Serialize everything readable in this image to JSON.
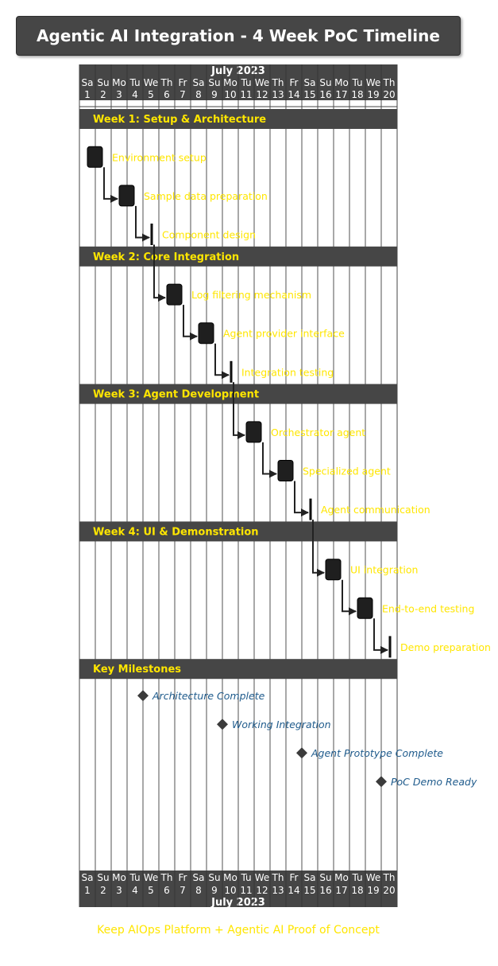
{
  "title": "Agentic AI Integration - 4 Week PoC Timeline",
  "footer": "Keep AIOps Platform + Agentic AI Proof of Concept",
  "colors": {
    "header_bg": "#464646",
    "grid_line": "#333333",
    "task_bar": "#1f1f1f",
    "task_label": "#ffe600",
    "section_label": "#ffe600",
    "milestone_marker": "#3b3b3b",
    "milestone_label": "#1f5b8c",
    "calendar_text": "#ffffff"
  },
  "chart_data": {
    "type": "gantt",
    "month_label": "July 2023",
    "days": [
      {
        "dow": "Sa",
        "date": "1"
      },
      {
        "dow": "Su",
        "date": "2"
      },
      {
        "dow": "Mo",
        "date": "3"
      },
      {
        "dow": "Tu",
        "date": "4"
      },
      {
        "dow": "We",
        "date": "5"
      },
      {
        "dow": "Th",
        "date": "6"
      },
      {
        "dow": "Fr",
        "date": "7"
      },
      {
        "dow": "Sa",
        "date": "8"
      },
      {
        "dow": "Su",
        "date": "9"
      },
      {
        "dow": "Mo",
        "date": "10"
      },
      {
        "dow": "Tu",
        "date": "11"
      },
      {
        "dow": "We",
        "date": "12"
      },
      {
        "dow": "Th",
        "date": "13"
      },
      {
        "dow": "Fr",
        "date": "14"
      },
      {
        "dow": "Sa",
        "date": "15"
      },
      {
        "dow": "Su",
        "date": "16"
      },
      {
        "dow": "Mo",
        "date": "17"
      },
      {
        "dow": "Tu",
        "date": "18"
      },
      {
        "dow": "We",
        "date": "19"
      },
      {
        "dow": "Th",
        "date": "20"
      }
    ],
    "sections": [
      {
        "name": "Week 1: Setup & Architecture",
        "tasks": [
          {
            "name": "Environment setup",
            "start": "2023-07-01",
            "end": "2023-07-01"
          },
          {
            "name": "Sample data preparation",
            "start": "2023-07-03",
            "end": "2023-07-03"
          },
          {
            "name": "Component design",
            "start": "2023-07-05",
            "end": "2023-07-05"
          }
        ]
      },
      {
        "name": "Week 2: Core Integration",
        "tasks": [
          {
            "name": "Log filtering mechanism",
            "start": "2023-07-06",
            "end": "2023-07-06"
          },
          {
            "name": "Agent provider interface",
            "start": "2023-07-08",
            "end": "2023-07-08"
          },
          {
            "name": "Integration testing",
            "start": "2023-07-10",
            "end": "2023-07-10"
          }
        ]
      },
      {
        "name": "Week 3: Agent Development",
        "tasks": [
          {
            "name": "Orchestrator agent",
            "start": "2023-07-11",
            "end": "2023-07-11"
          },
          {
            "name": "Specialized agent",
            "start": "2023-07-13",
            "end": "2023-07-13"
          },
          {
            "name": "Agent communication",
            "start": "2023-07-15",
            "end": "2023-07-15"
          }
        ]
      },
      {
        "name": "Week 4: UI & Demonstration",
        "tasks": [
          {
            "name": "UI integration",
            "start": "2023-07-16",
            "end": "2023-07-16"
          },
          {
            "name": "End-to-end testing",
            "start": "2023-07-18",
            "end": "2023-07-18"
          },
          {
            "name": "Demo preparation",
            "start": "2023-07-20",
            "end": "2023-07-20"
          }
        ]
      }
    ],
    "milestones_section": "Key Milestones",
    "milestones": [
      {
        "name": "Architecture Complete",
        "date": "2023-07-05"
      },
      {
        "name": "Working Integration",
        "date": "2023-07-10"
      },
      {
        "name": "Agent Prototype Complete",
        "date": "2023-07-15"
      },
      {
        "name": "PoC Demo Ready",
        "date": "2023-07-20"
      }
    ]
  }
}
